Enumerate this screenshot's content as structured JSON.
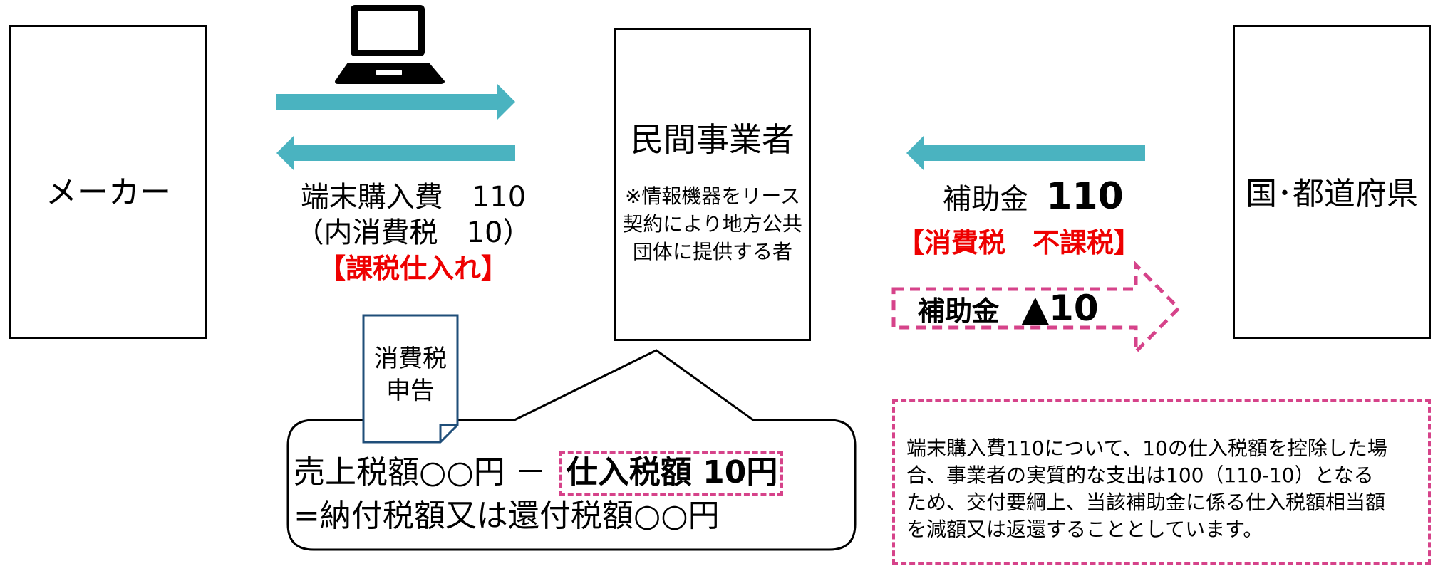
{
  "maker": {
    "label": "メーカー"
  },
  "business": {
    "title": "民間事業者",
    "note_lines": [
      "※情報機器をリース",
      "契約により地方公共",
      "団体に提供する者"
    ]
  },
  "government": {
    "label": "国･都道府県"
  },
  "purchase": {
    "cost_line": "端末購入費　110",
    "tax_line": "（内消費税　10）",
    "taxable_tag": "【課税仕入れ】"
  },
  "subsidy": {
    "label": "補助金",
    "amount": "110",
    "tax_tag": "【消費税　不課税】",
    "reduction_label": "補助金",
    "reduction_amount": "▲10"
  },
  "tax_document": {
    "lines": [
      "消費税",
      "申告"
    ]
  },
  "speech": {
    "line1_prefix": "売上税額○○円 －",
    "line1_highlight": "仕入税額 10円",
    "line2": "=納付税額又は還付税額○○円"
  },
  "explanation": {
    "lines": [
      "端末購入費110について、10の仕入税額を控除した場",
      "合、事業者の実質的な支出は100（110-10）となる",
      "ため、交付要綱上、当該補助金に係る仕入税額相当額",
      "を減額又は返還することとしています。"
    ]
  },
  "colors": {
    "arrow_teal": "#4ab3c0",
    "dash_pink": "#d6438a",
    "tag_red": "#ee0000",
    "doc_border": "#1f4e79"
  },
  "icons": [
    "laptop-icon",
    "document-icon"
  ]
}
